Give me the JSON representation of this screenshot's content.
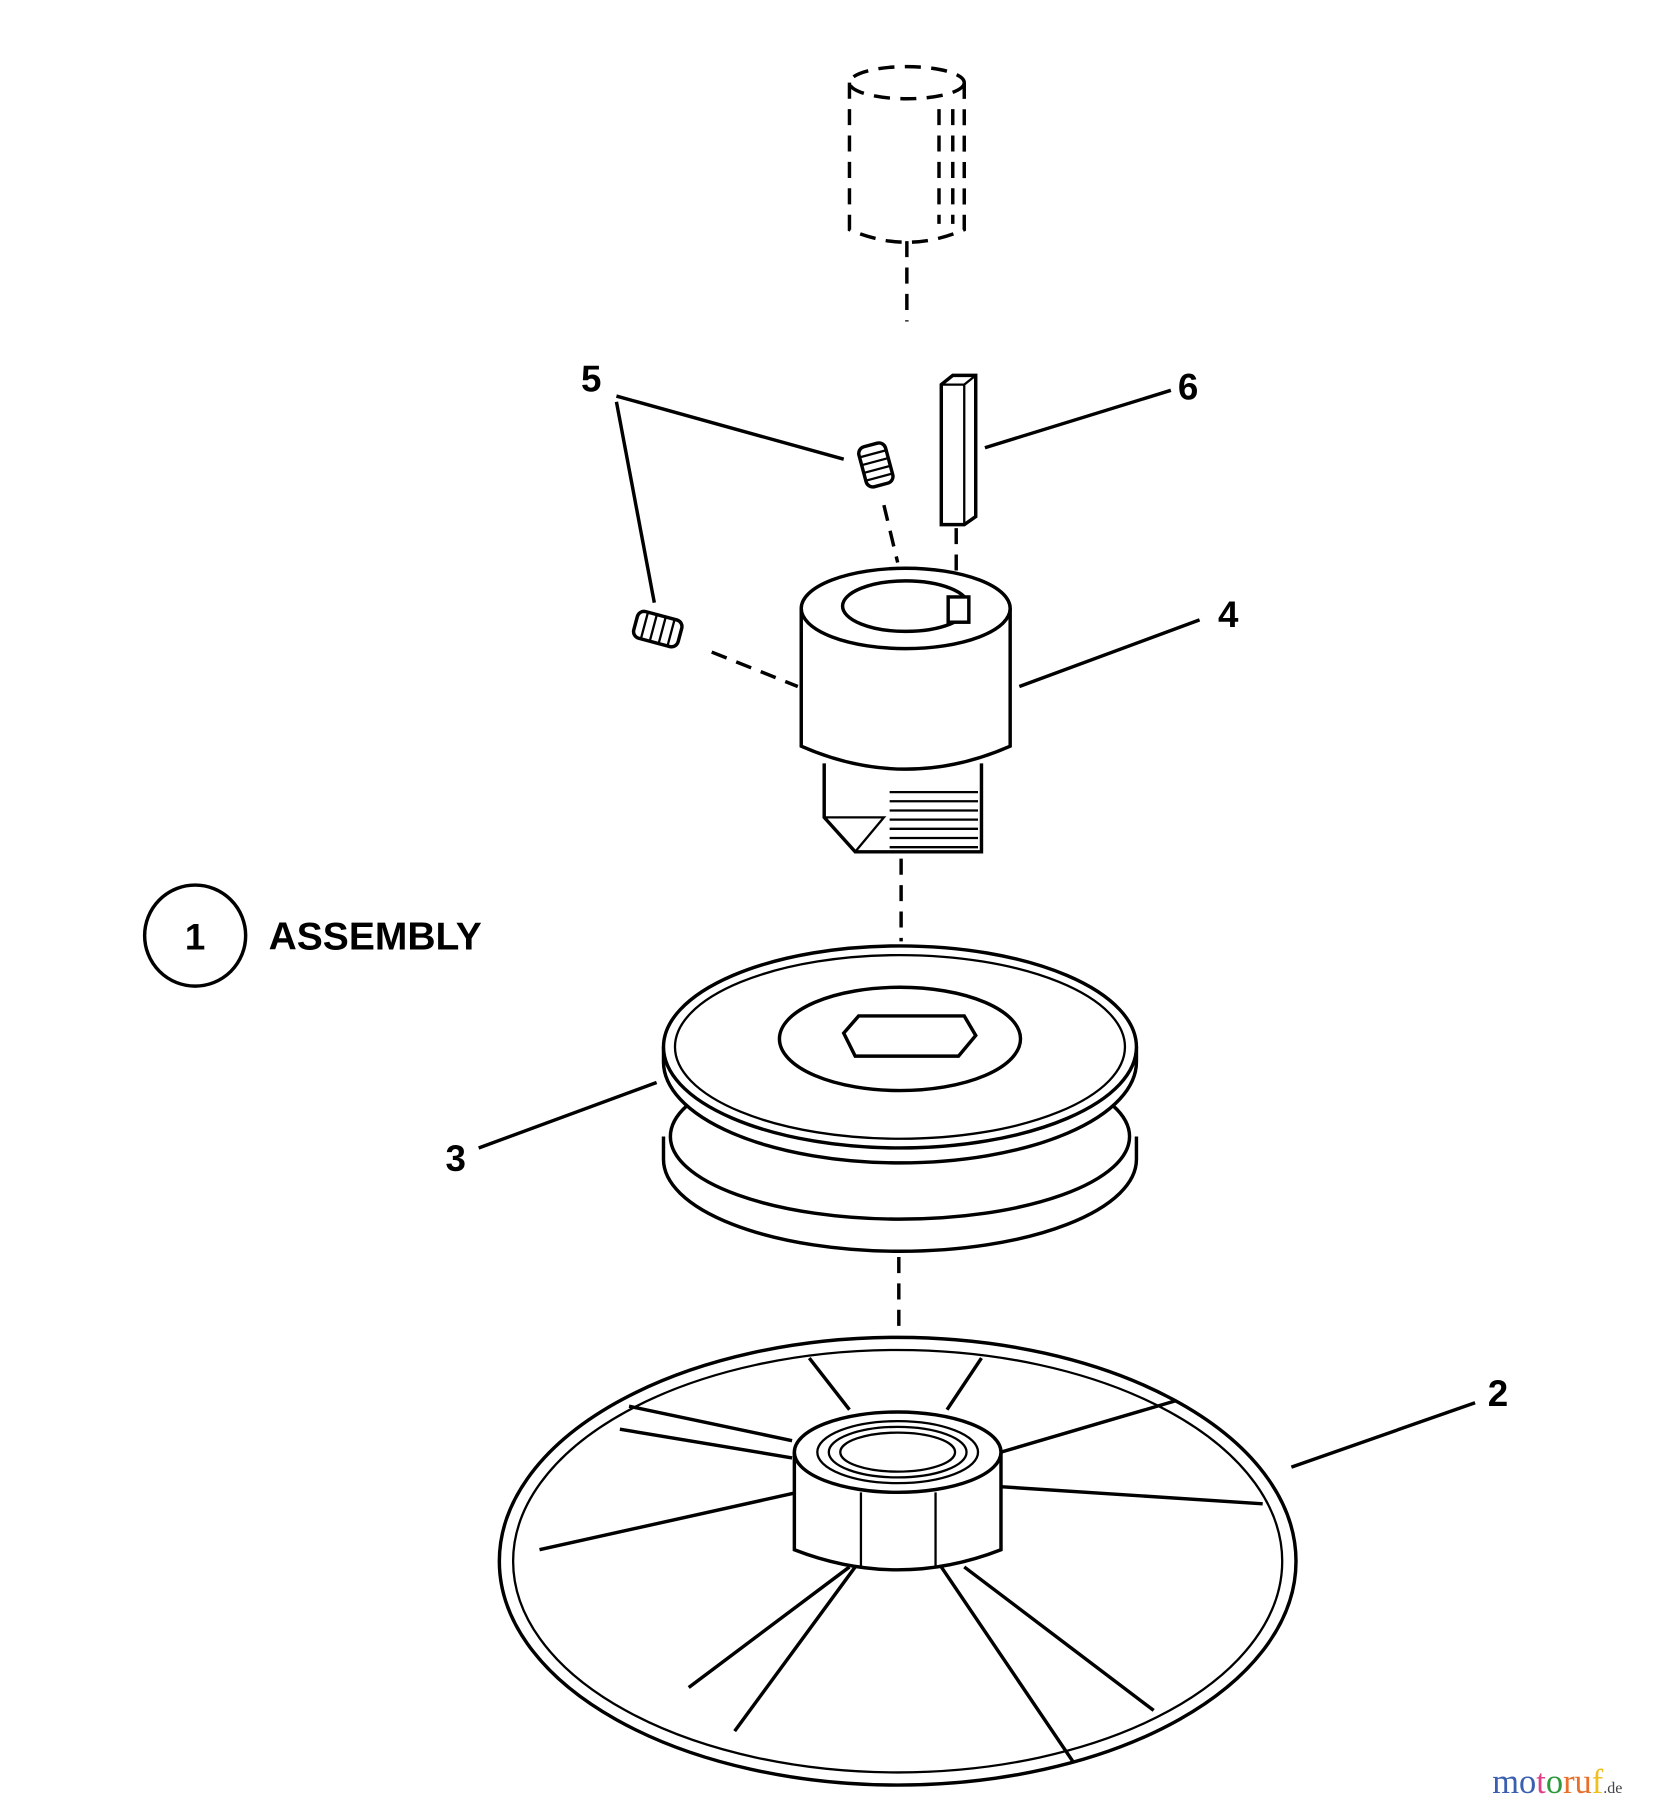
{
  "diagram": {
    "assembly": {
      "number": "1",
      "label": "ASSEMBLY"
    },
    "callouts": [
      {
        "number": "2",
        "part": "base-disc"
      },
      {
        "number": "3",
        "part": "pulley"
      },
      {
        "number": "4",
        "part": "hub"
      },
      {
        "number": "5",
        "part": "set-screws"
      },
      {
        "number": "6",
        "part": "key"
      }
    ]
  },
  "watermark": {
    "brand": "motoruf",
    "tld": ".de",
    "colors": [
      "#3a5fb0",
      "#3a5fb0",
      "#e0408a",
      "#2e9a3e",
      "#e8702a",
      "#e8702a",
      "#f0c020"
    ]
  }
}
